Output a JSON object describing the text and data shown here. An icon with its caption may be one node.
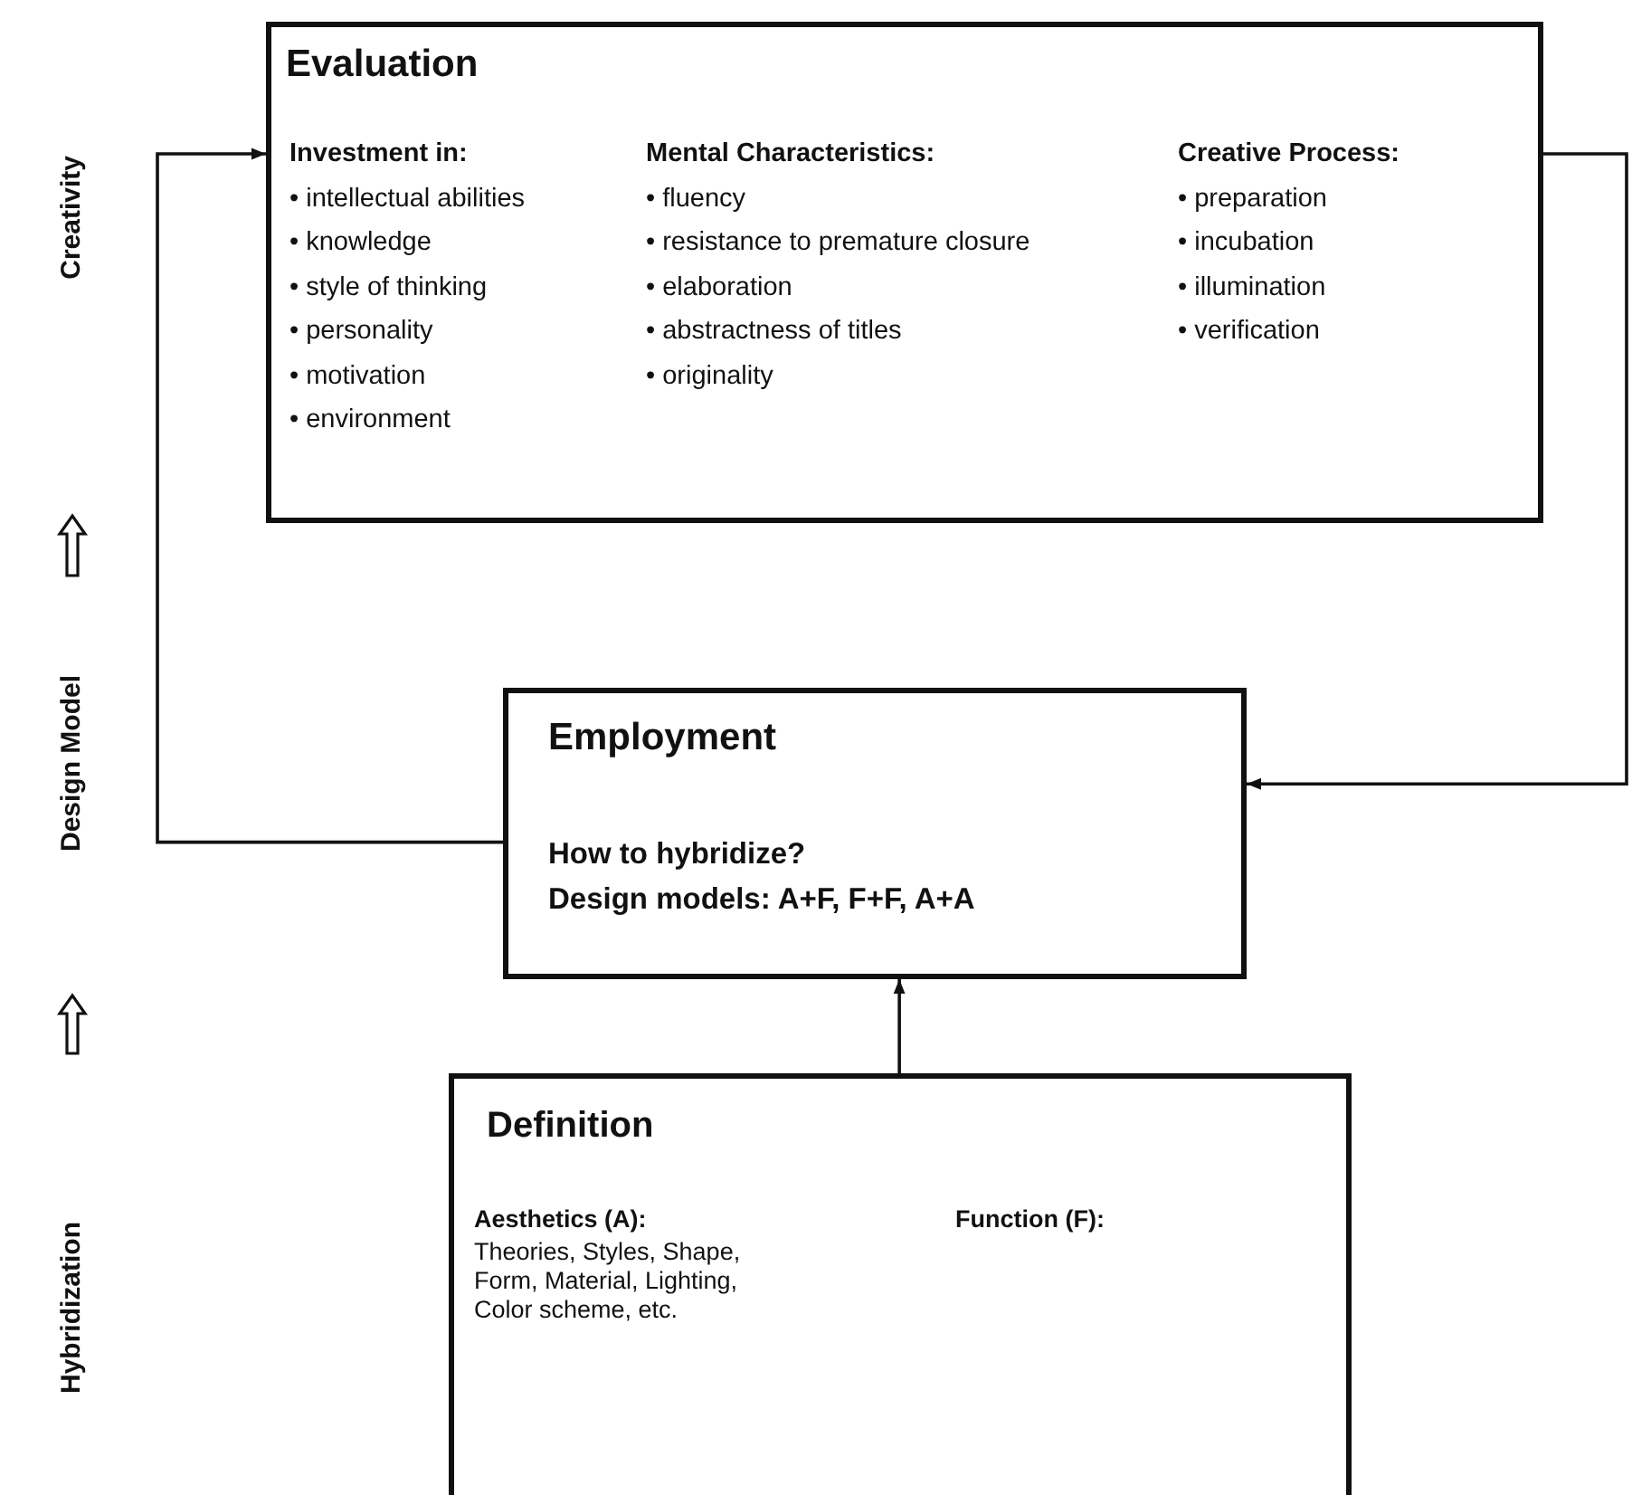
{
  "diagram": {
    "nodes": [
      {
        "text": [
          "Evaluation",
          "Investment in:",
          "• intellectual abilities",
          "• knowledge",
          "• style of thinking",
          "• personality",
          "• motivation",
          "• environment",
          "Mental Characteristics:",
          "• fluency",
          "• resistance to premature closure",
          "• elaboration",
          "• abstractness of titles",
          "• originality",
          "Creative Process:",
          "• preparation",
          "• incubation",
          "• illumination",
          "• verification"
        ]
      },
      {
        "text": [
          "Employment",
          "How to hybridize?",
          "Design models: A+F, F+F, A+A"
        ]
      },
      {
        "text": [
          "Definition",
          "Aesthetics (A):",
          "Theories, Styles, Shape, Form, Material, Lighting, Color scheme, etc.",
          "Function (F):"
        ]
      }
    ],
    "edges": [
      {
        "from": 1,
        "to": 0,
        "arrow": "to"
      },
      {
        "from": 0,
        "to": 1,
        "arrow": "to"
      },
      {
        "from": 2,
        "to": 1,
        "arrow": "to"
      }
    ],
    "labels": [
      "Creativity",
      "Design Model",
      "Hybridization"
    ]
  }
}
